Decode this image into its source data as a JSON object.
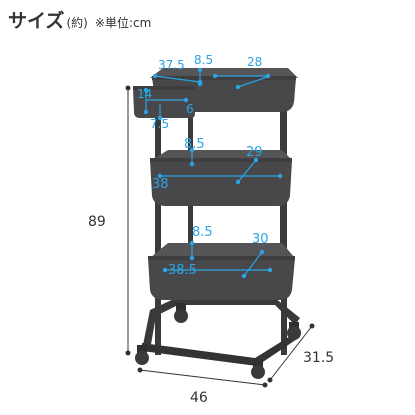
{
  "title": {
    "main": "サイズ",
    "paren": "(約)",
    "unit": "※単位:cm"
  },
  "overall_dimensions": {
    "height": "89",
    "width": "46",
    "depth": "31.5"
  },
  "top_basket": {
    "width": "37.5",
    "depth": "28",
    "height": "8.5"
  },
  "side_cup": {
    "width": "14",
    "depth": "7.5",
    "height": "6"
  },
  "middle_basket": {
    "height": "8.5",
    "depth": "29",
    "width": "38"
  },
  "bottom_basket": {
    "height": "8.5",
    "depth": "30",
    "width": "38.5"
  },
  "colors": {
    "frame": "#3a3a3c",
    "basket": "#4a4a4d",
    "dimension_blue": "#2aa4e3",
    "dimension_black": "#333333"
  }
}
